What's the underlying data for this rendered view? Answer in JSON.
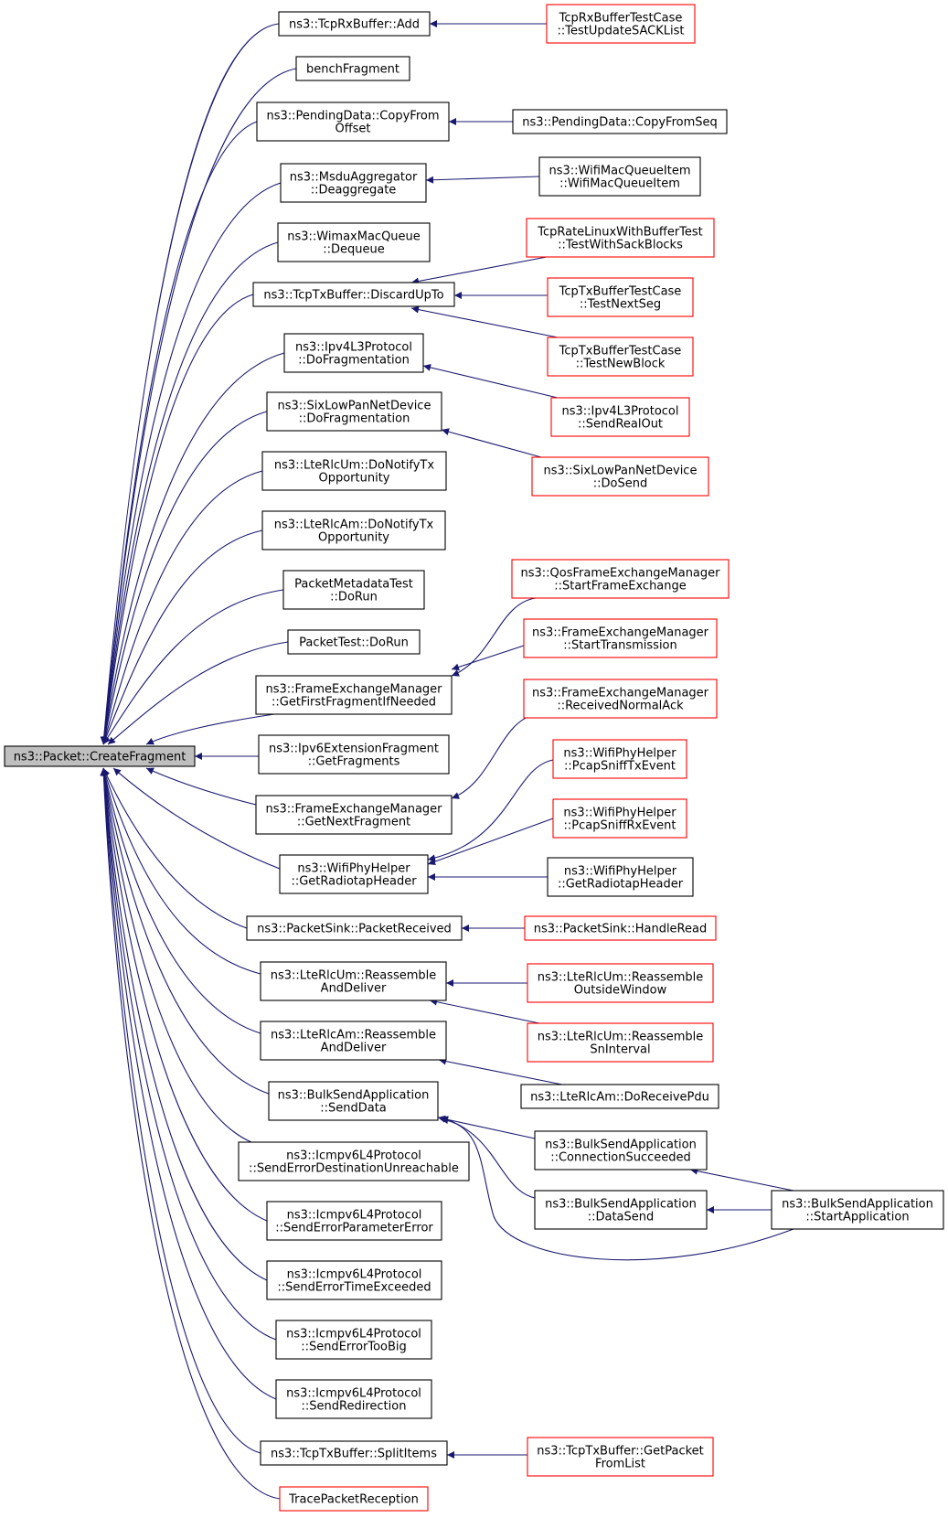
{
  "colors": {
    "edge": "#191970",
    "arrowhead": "#191970",
    "node_border_black": "#000000",
    "node_border_red": "#ff0000",
    "root_fill": "#bfbfbf",
    "node_fill": "#ffffff"
  },
  "graph": {
    "root": {
      "id": "root",
      "lines": [
        "ns3::Packet::CreateFragment"
      ]
    },
    "nodes": [
      {
        "id": "tcprx_add",
        "lines": [
          "ns3::TcpRxBuffer::Add"
        ],
        "red": false
      },
      {
        "id": "benchfrag",
        "lines": [
          "benchFragment"
        ],
        "red": false
      },
      {
        "id": "pending_copy",
        "lines": [
          "ns3::PendingData::CopyFrom",
          "Offset"
        ],
        "red": false
      },
      {
        "id": "msdu_deagg",
        "lines": [
          "ns3::MsduAggregator",
          "::Deaggregate"
        ],
        "red": false
      },
      {
        "id": "wimax_deq",
        "lines": [
          "ns3::WimaxMacQueue",
          "::Dequeue"
        ],
        "red": false
      },
      {
        "id": "tcptx_discard",
        "lines": [
          "ns3::TcpTxBuffer::DiscardUpTo"
        ],
        "red": false
      },
      {
        "id": "ipv4_dofrag",
        "lines": [
          "ns3::Ipv4L3Protocol",
          "::DoFragmentation"
        ],
        "red": false
      },
      {
        "id": "sixlow_dofrag",
        "lines": [
          "ns3::SixLowPanNetDevice",
          "::DoFragmentation"
        ],
        "red": false
      },
      {
        "id": "lterlcum_notify",
        "lines": [
          "ns3::LteRlcUm::DoNotifyTx",
          "Opportunity"
        ],
        "red": false
      },
      {
        "id": "lterlcam_notify",
        "lines": [
          "ns3::LteRlcAm::DoNotifyTx",
          "Opportunity"
        ],
        "red": false
      },
      {
        "id": "pmdtest_dorun",
        "lines": [
          "PacketMetadataTest",
          "::DoRun"
        ],
        "red": false
      },
      {
        "id": "pkttest_dorun",
        "lines": [
          "PacketTest::DoRun"
        ],
        "red": false
      },
      {
        "id": "fem_getfirst",
        "lines": [
          "ns3::FrameExchangeManager",
          "::GetFirstFragmentIfNeeded"
        ],
        "red": false
      },
      {
        "id": "ipv6ext_getfrags",
        "lines": [
          "ns3::Ipv6ExtensionFragment",
          "::GetFragments"
        ],
        "red": false
      },
      {
        "id": "fem_getnext",
        "lines": [
          "ns3::FrameExchangeManager",
          "::GetNextFragment"
        ],
        "red": false
      },
      {
        "id": "wifiphy_getradiotap",
        "lines": [
          "ns3::WifiPhyHelper",
          "::GetRadiotapHeader"
        ],
        "red": false
      },
      {
        "id": "pktsink_recv",
        "lines": [
          "ns3::PacketSink::PacketReceived"
        ],
        "red": false
      },
      {
        "id": "lterlcum_reasm",
        "lines": [
          "ns3::LteRlcUm::Reassemble",
          "AndDeliver"
        ],
        "red": false
      },
      {
        "id": "lterlcam_reasm",
        "lines": [
          "ns3::LteRlcAm::Reassemble",
          "AndDeliver"
        ],
        "red": false
      },
      {
        "id": "bulk_senddata",
        "lines": [
          "ns3::BulkSendApplication",
          "::SendData"
        ],
        "red": false
      },
      {
        "id": "icmp_unreach",
        "lines": [
          "ns3::Icmpv6L4Protocol",
          "::SendErrorDestinationUnreachable"
        ],
        "red": false
      },
      {
        "id": "icmp_param",
        "lines": [
          "ns3::Icmpv6L4Protocol",
          "::SendErrorParameterError"
        ],
        "red": false
      },
      {
        "id": "icmp_time",
        "lines": [
          "ns3::Icmpv6L4Protocol",
          "::SendErrorTimeExceeded"
        ],
        "red": false
      },
      {
        "id": "icmp_toobig",
        "lines": [
          "ns3::Icmpv6L4Protocol",
          "::SendErrorTooBig"
        ],
        "red": false
      },
      {
        "id": "icmp_redirect",
        "lines": [
          "ns3::Icmpv6L4Protocol",
          "::SendRedirection"
        ],
        "red": false
      },
      {
        "id": "tcptx_split",
        "lines": [
          "ns3::TcpTxBuffer::SplitItems"
        ],
        "red": false
      },
      {
        "id": "trace_recv",
        "lines": [
          "TracePacketReception"
        ],
        "red": true
      },
      {
        "id": "tcprx_test_sack",
        "lines": [
          "TcpRxBufferTestCase",
          "::TestUpdateSACKList"
        ],
        "red": true
      },
      {
        "id": "pending_copyseq",
        "lines": [
          "ns3::PendingData::CopyFromSeq"
        ],
        "red": false
      },
      {
        "id": "wifimacqueueitem",
        "lines": [
          "ns3::WifiMacQueueItem",
          "::WifiMacQueueItem"
        ],
        "red": false
      },
      {
        "id": "tcprate_sack",
        "lines": [
          "TcpRateLinuxWithBufferTest",
          "::TestWithSackBlocks"
        ],
        "red": true
      },
      {
        "id": "tcptx_nextseg",
        "lines": [
          "TcpTxBufferTestCase",
          "::TestNextSeg"
        ],
        "red": true
      },
      {
        "id": "tcptx_newblock",
        "lines": [
          "TcpTxBufferTestCase",
          "::TestNewBlock"
        ],
        "red": true
      },
      {
        "id": "ipv4_sendrealout",
        "lines": [
          "ns3::Ipv4L3Protocol",
          "::SendRealOut"
        ],
        "red": true
      },
      {
        "id": "sixlow_dosend",
        "lines": [
          "ns3::SixLowPanNetDevice",
          "::DoSend"
        ],
        "red": true
      },
      {
        "id": "qosfem_start",
        "lines": [
          "ns3::QosFrameExchangeManager",
          "::StartFrameExchange"
        ],
        "red": true
      },
      {
        "id": "fem_starttx",
        "lines": [
          "ns3::FrameExchangeManager",
          "::StartTransmission"
        ],
        "red": true
      },
      {
        "id": "fem_recvack",
        "lines": [
          "ns3::FrameExchangeManager",
          "::ReceivedNormalAck"
        ],
        "red": true
      },
      {
        "id": "wifiphy_sniff_tx",
        "lines": [
          "ns3::WifiPhyHelper",
          "::PcapSniffTxEvent"
        ],
        "red": true
      },
      {
        "id": "wifiphy_sniff_rx",
        "lines": [
          "ns3::WifiPhyHelper",
          "::PcapSniffRxEvent"
        ],
        "red": true
      },
      {
        "id": "wifiphy_getradiotap2",
        "lines": [
          "ns3::WifiPhyHelper",
          "::GetRadiotapHeader"
        ],
        "red": false
      },
      {
        "id": "pktsink_handleread",
        "lines": [
          "ns3::PacketSink::HandleRead"
        ],
        "red": true
      },
      {
        "id": "lterlcum_outside",
        "lines": [
          "ns3::LteRlcUm::Reassemble",
          "OutsideWindow"
        ],
        "red": true
      },
      {
        "id": "lterlcum_sninterval",
        "lines": [
          "ns3::LteRlcUm::Reassemble",
          "SnInterval"
        ],
        "red": true
      },
      {
        "id": "lterlcam_doreceive",
        "lines": [
          "ns3::LteRlcAm::DoReceivePdu"
        ],
        "red": false
      },
      {
        "id": "bulk_connsucc",
        "lines": [
          "ns3::BulkSendApplication",
          "::ConnectionSucceeded"
        ],
        "red": false
      },
      {
        "id": "bulk_datasend",
        "lines": [
          "ns3::BulkSendApplication",
          "::DataSend"
        ],
        "red": false
      },
      {
        "id": "bulk_startapp",
        "lines": [
          "ns3::BulkSendApplication",
          "::StartApplication"
        ],
        "red": false
      },
      {
        "id": "tcptx_getpacket",
        "lines": [
          "ns3::TcpTxBuffer::GetPacket",
          "FromList"
        ],
        "red": true
      }
    ],
    "edges": [
      [
        "tcprx_test_sack",
        "tcprx_add"
      ],
      [
        "pending_copyseq",
        "pending_copy"
      ],
      [
        "wifimacqueueitem",
        "msdu_deagg"
      ],
      [
        "tcprate_sack",
        "tcptx_discard"
      ],
      [
        "tcptx_nextseg",
        "tcptx_discard"
      ],
      [
        "tcptx_newblock",
        "tcptx_discard"
      ],
      [
        "ipv4_sendrealout",
        "ipv4_dofrag"
      ],
      [
        "sixlow_dosend",
        "sixlow_dofrag"
      ],
      [
        "qosfem_start",
        "fem_getfirst"
      ],
      [
        "fem_starttx",
        "fem_getfirst"
      ],
      [
        "fem_recvack",
        "fem_getnext"
      ],
      [
        "wifiphy_sniff_tx",
        "wifiphy_getradiotap"
      ],
      [
        "wifiphy_sniff_rx",
        "wifiphy_getradiotap"
      ],
      [
        "wifiphy_getradiotap2",
        "wifiphy_getradiotap"
      ],
      [
        "pktsink_handleread",
        "pktsink_recv"
      ],
      [
        "lterlcum_outside",
        "lterlcum_reasm"
      ],
      [
        "lterlcum_sninterval",
        "lterlcum_reasm"
      ],
      [
        "lterlcam_doreceive",
        "lterlcam_reasm"
      ],
      [
        "bulk_connsucc",
        "bulk_senddata"
      ],
      [
        "bulk_datasend",
        "bulk_senddata"
      ],
      [
        "bulk_startapp",
        "bulk_senddata"
      ],
      [
        "bulk_startapp",
        "bulk_connsucc"
      ],
      [
        "bulk_startapp",
        "bulk_datasend"
      ],
      [
        "tcptx_getpacket",
        "tcptx_split"
      ]
    ]
  }
}
